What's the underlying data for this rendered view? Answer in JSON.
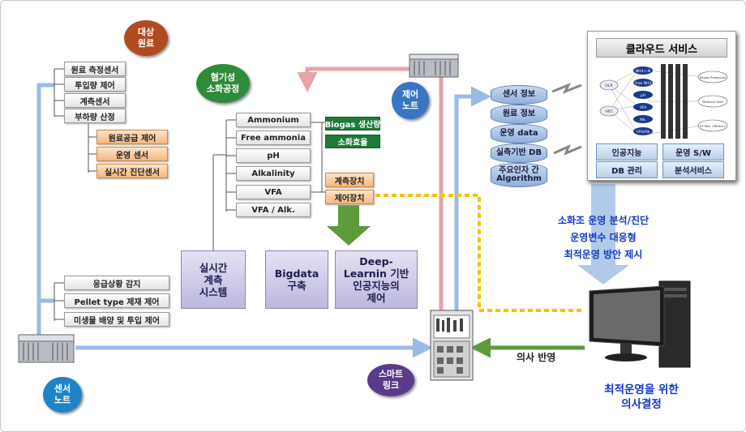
{
  "bubbles": {
    "target_material": "대상\n원료",
    "anaerobic_process": "혐기성\n소화공정",
    "control_node": "제어\n노트",
    "sensor_node": "센서\n노트",
    "smart_link": "스마트\n링크"
  },
  "material_items": [
    "원료 측정센서",
    "투입량 제어",
    "계측센서",
    "부하량 산정"
  ],
  "material_orange_items": [
    "원료공급 제어",
    "운영 센서",
    "실시간 진단센서"
  ],
  "parameters": [
    "Ammonium",
    "Free ammonia",
    "pH",
    "Alkalinity",
    "VFA",
    "VFA / Alk."
  ],
  "biogas": {
    "production": "Biogas 생산량",
    "efficiency": "소화효율"
  },
  "devices": {
    "measure": "계측장치",
    "control": "제어장치"
  },
  "systems": [
    {
      "label": "실시간\n계측\n시스템"
    },
    {
      "label": "Bigdata\n구축"
    },
    {
      "label": "Deep-\nLearnin 기반\n인공지능의\n제어"
    }
  ],
  "sensor_items": [
    "응급상황 감지",
    "Pellet type 제재 제어",
    "미생물 배양 및 투입 제어"
  ],
  "database_items": [
    "센서 정보",
    "원료 정보",
    "운영 data",
    "실측기반 DB",
    "주요인자 간\nAlgorithm"
  ],
  "cloud": {
    "title": "클라우드 서비스",
    "buttons": [
      "인공지능",
      "운영 S/W",
      "DB 관리",
      "분석서비스"
    ],
    "network_inputs": [
      "OLR",
      "HRT"
    ],
    "network_features": [
      "NH4+-N",
      "Free NH3",
      "pH",
      "VFA",
      "Alk.",
      "VFA/Alk"
    ],
    "network_outputs": [
      "Biogas Production",
      "Methane Yield",
      "VS Rem. Efficiency"
    ]
  },
  "analysis_text": [
    "소화조 운영 분석/진단",
    "운영변수 대응형",
    "최적운영 방안 제시"
  ],
  "decision_reflect": "의사 반영",
  "decision_title": [
    "최적운영을 위한",
    "의사결정"
  ],
  "colors": {
    "blue_line": "#9bbbe4",
    "pink_line": "#e8a3a8",
    "dotted": "#f5c400",
    "green_arrow": "#5c9a3a"
  }
}
